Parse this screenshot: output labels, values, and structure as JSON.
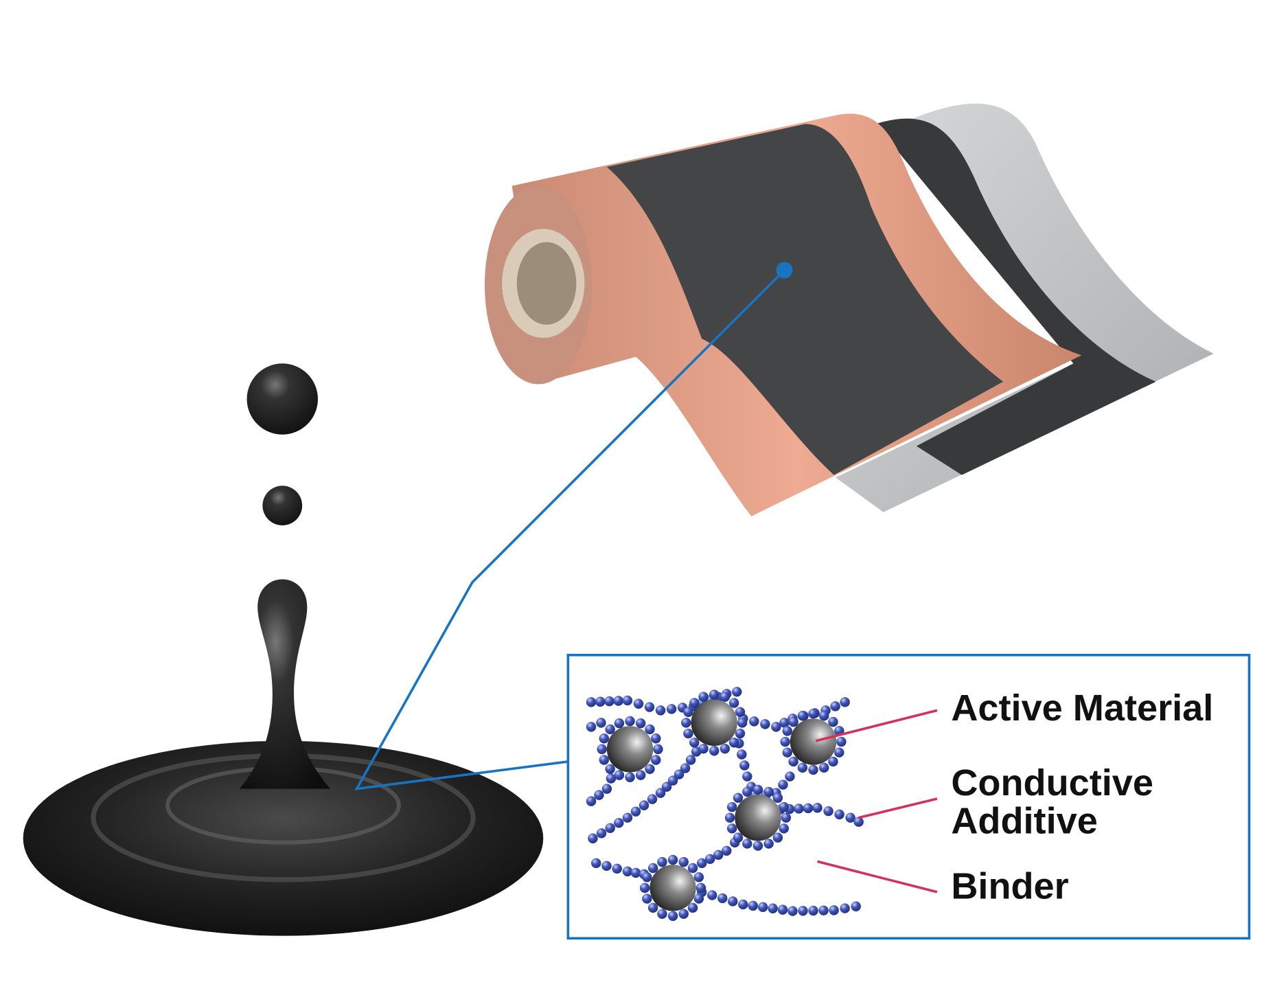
{
  "labels": {
    "active_material": "Active Material",
    "conductive_additive_line1": "Conductive",
    "conductive_additive_line2": "Additive",
    "binder": "Binder"
  },
  "colors": {
    "callout_blue": "#1874c0",
    "leader_red": "#d4325a",
    "copper": "#d9977f",
    "coating": "#3f4042",
    "aluminum": "#c4c6c8",
    "bead_blue": "#2f44a3",
    "slurry": "#2a2a2a"
  }
}
